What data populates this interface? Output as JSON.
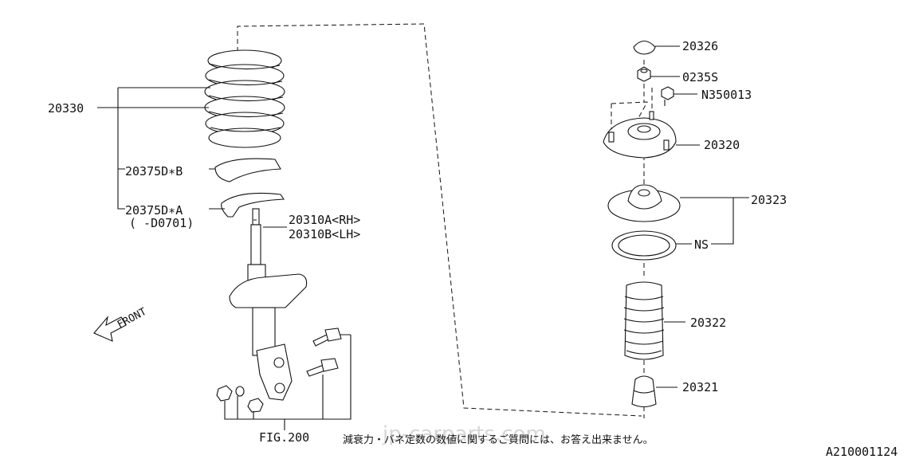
{
  "labels": {
    "spring": "20330",
    "seat_b": "20375D∗B",
    "seat_a": "20375D∗A",
    "seat_a_note": "( -D0701)",
    "strut_rh": "20310A<RH>",
    "strut_lh": "20310B<LH>",
    "cap": "20326",
    "nut": "0235S",
    "nut2": "N350013",
    "mount": "20320",
    "bearing": "20323",
    "ns": "NS",
    "boot": "20322",
    "bumper": "20321",
    "fig": "FIG.200",
    "front": "FRONT",
    "footnote": "減衰力・バネ定数の数値に関するご質問には、お答え出来ません。",
    "diagram_id": "A210001124",
    "watermark": "jp-carparts.com"
  }
}
